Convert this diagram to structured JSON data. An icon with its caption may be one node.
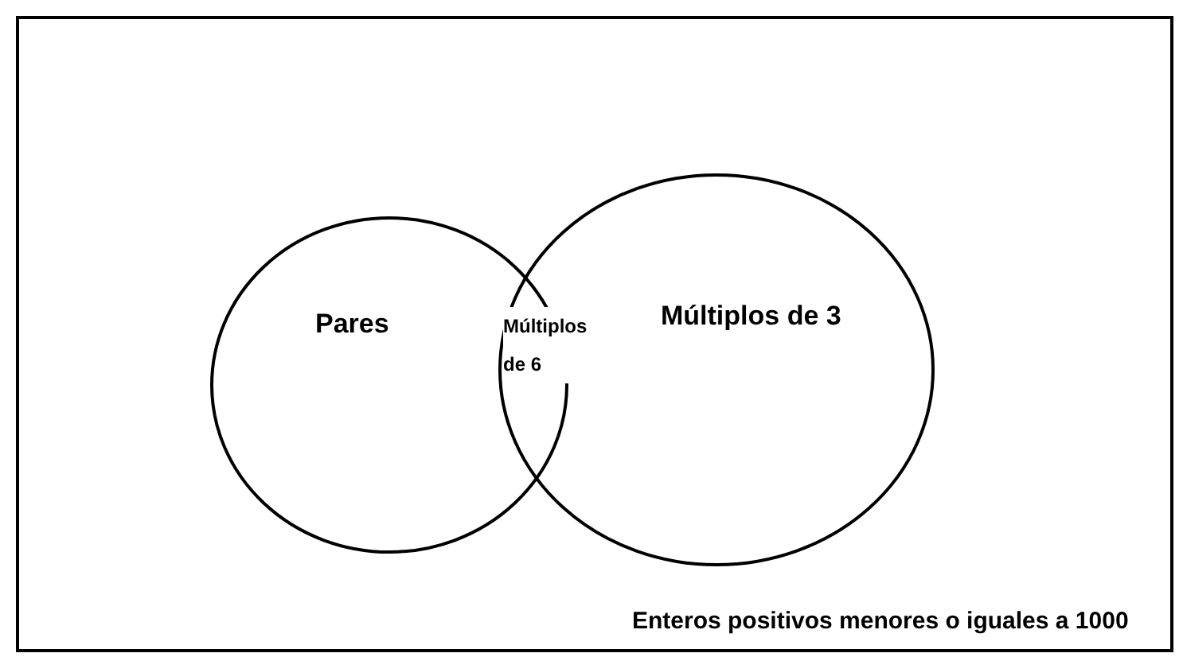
{
  "diagram": {
    "nodes": [
      {
        "text": [
          "Enteros positivos menores o iguales a 1000"
        ]
      },
      {
        "text": [
          "Pares"
        ],
        "in": 0
      },
      {
        "text": [
          "Múltiplos de 3"
        ],
        "in": 0
      }
    ],
    "labels": [
      "Múltiplos de 6"
    ]
  }
}
